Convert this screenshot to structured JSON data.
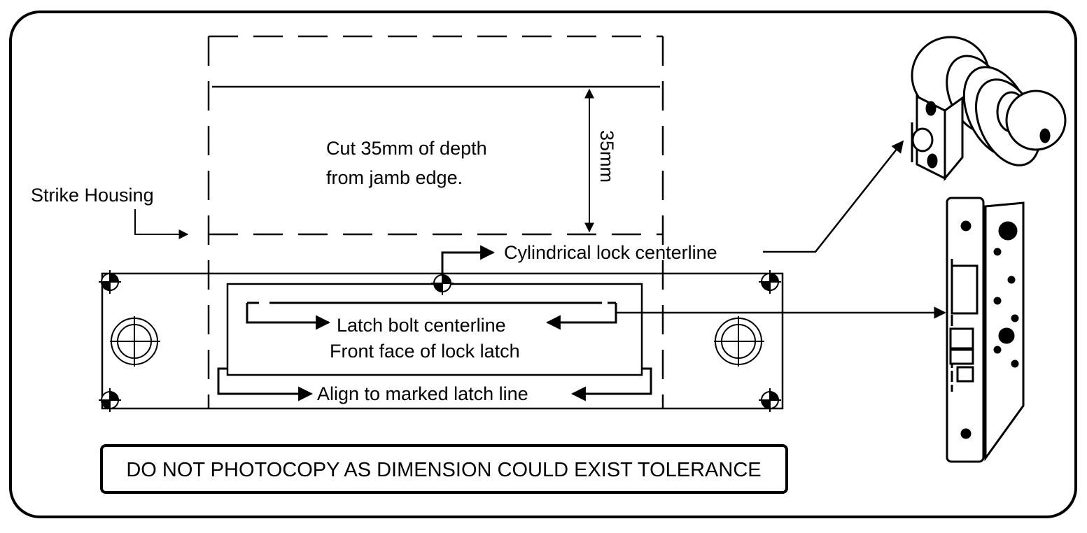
{
  "diagram": {
    "type": "lock strike installation template",
    "colors": {
      "ink": "#000000",
      "paper": "#ffffff"
    },
    "labels": {
      "strike_housing": "Strike Housing",
      "cut_line_1": "Cut 35mm of depth",
      "cut_line_2": "from jamb edge.",
      "dimension": "35mm",
      "cylindrical_centerline": "Cylindrical lock centerline",
      "latch_bolt_centerline": "Latch bolt centerline",
      "front_face": "Front face of lock latch",
      "align_line": "Align to marked latch line"
    },
    "warning": "DO NOT PHOTOCOPY AS DIMENSION COULD EXIST TOLERANCE",
    "illustrations": [
      {
        "name": "cylindrical-knob-lock",
        "description": "Cylindrical knob lock with latch"
      },
      {
        "name": "mortise-lock-body",
        "description": "Mortise lock body with faceplate"
      }
    ],
    "dimension_value_mm": 35
  }
}
